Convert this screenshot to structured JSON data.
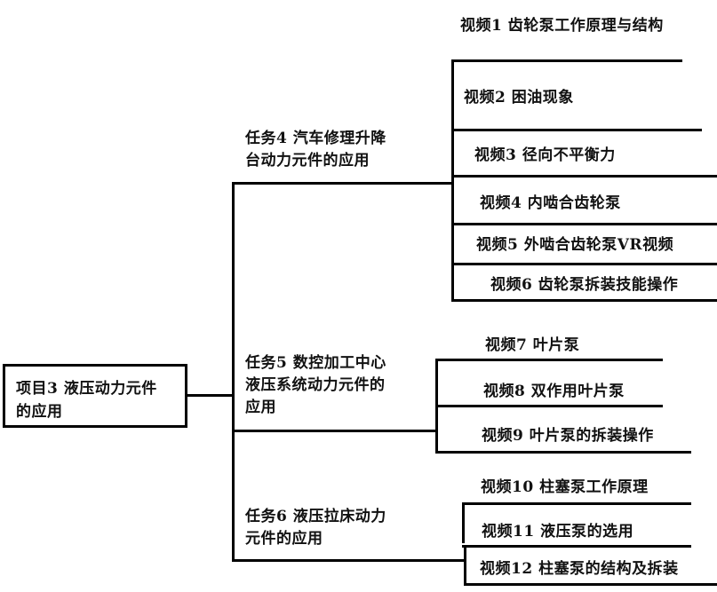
{
  "root": {
    "label_line1": "项目3  液压动力元件",
    "label_line2": "的应用"
  },
  "tasks": [
    {
      "line1": "任务4  汽车修理升降",
      "line2": "台动力元件的应用",
      "line3": "",
      "videos": [
        "视频1  齿轮泵工作原理与结构",
        "视频2  困油现象",
        "视频3  径向不平衡力",
        "视频4  内啮合齿轮泵",
        "视频5  外啮合齿轮泵VR视频",
        "视频6  齿轮泵拆装技能操作"
      ]
    },
    {
      "line1": "任务5  数控加工中心",
      "line2": "液压系统动力元件的",
      "line3": "应用",
      "videos": [
        "视频7  叶片泵",
        "视频8  双作用叶片泵",
        "视频9  叶片泵的拆装操作"
      ]
    },
    {
      "line1": "任务6  液压拉床动力",
      "line2": "元件的应用",
      "line3": "",
      "videos": [
        "视频10  柱塞泵工作原理",
        "视频11  液压泵的选用",
        "视频12  柱塞泵的结构及拆装"
      ]
    }
  ],
  "colors": {
    "line": "#000000",
    "text": "#111111",
    "background": "#ffffff"
  }
}
